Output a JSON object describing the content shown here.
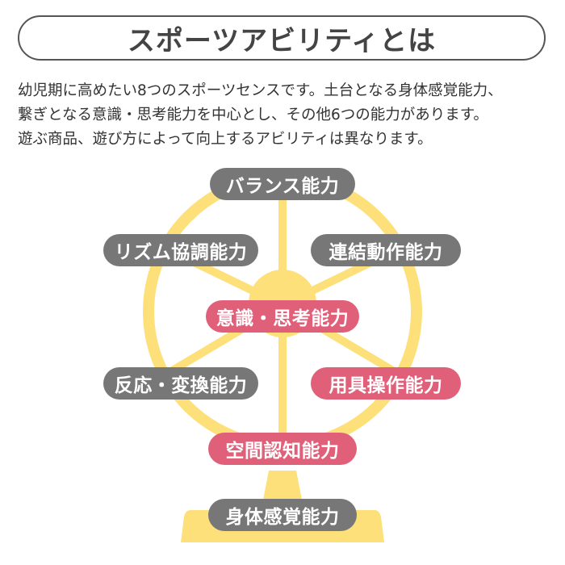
{
  "title": "スポーツアビリティとは",
  "intro": [
    "幼児期に高めたい8つのスポーツセンスです。土台となる身体感覚能力、",
    "繋ぎとなる意識・思考能力を中心とし、その他6つの能力があります。",
    "遊ぶ商品、遊び方によって向上するアビリティは異なります。"
  ],
  "colors": {
    "wheel": "#fde07a",
    "gray_pill": "#777777",
    "pink_pill": "#e0607a"
  },
  "abilities": {
    "balance": "バランス能力",
    "rhythm": "リズム協調能力",
    "linked_motion": "連結動作能力",
    "awareness": "意識・思考能力",
    "reaction": "反応・変換能力",
    "tool_handling": "用具操作能力",
    "spatial": "空間認知能力",
    "body_sense": "身体感覚能力"
  }
}
